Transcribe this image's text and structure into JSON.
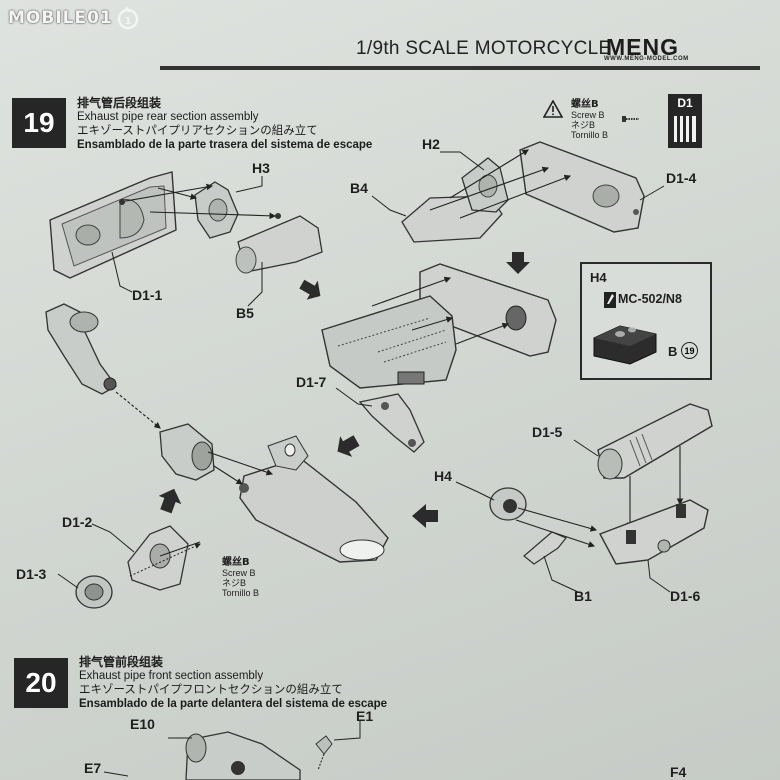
{
  "watermark": "MOBILE01",
  "header": {
    "title": "1/9th SCALE MOTORCYCLE",
    "brand": "MENG",
    "brand_url": "WWW.MENG-MODEL.COM"
  },
  "step19": {
    "number": "19",
    "title_zh": "排气管后段组装",
    "title_en": "Exhaust pipe rear section assembly",
    "title_ja": "エキゾーストパイプリアセクションの組み立て",
    "title_es": "Ensamblado de la parte trasera del sistema de escape",
    "screw_note": {
      "zh": "螺丝B",
      "en": "Screw B",
      "ja": "ネジB",
      "es": "Tornillo B"
    },
    "sprue_tag": "D1",
    "labels": [
      "H3",
      "H2",
      "B4",
      "D1-4",
      "D1-1",
      "B5",
      "D1-7",
      "D1-5",
      "H4",
      "D1-2",
      "D1-3",
      "B1",
      "D1-6"
    ],
    "bottom_screw_note": {
      "zh": "螺丝B",
      "en": "Screw B",
      "ja": "ネジB",
      "es": "Tornillo B"
    },
    "inset": {
      "part": "H4",
      "paint": "MC-502/N8",
      "ref_letter": "B",
      "ref_step": "19"
    }
  },
  "step20": {
    "number": "20",
    "title_zh": "排气管前段组装",
    "title_en": "Exhaust pipe front section assembly",
    "title_ja": "エキゾーストパイプフロントセクションの組み立て",
    "title_es": "Ensamblado de la parte delantera del sistema de escape",
    "labels": [
      "E10",
      "E1",
      "E7",
      "F4"
    ]
  }
}
